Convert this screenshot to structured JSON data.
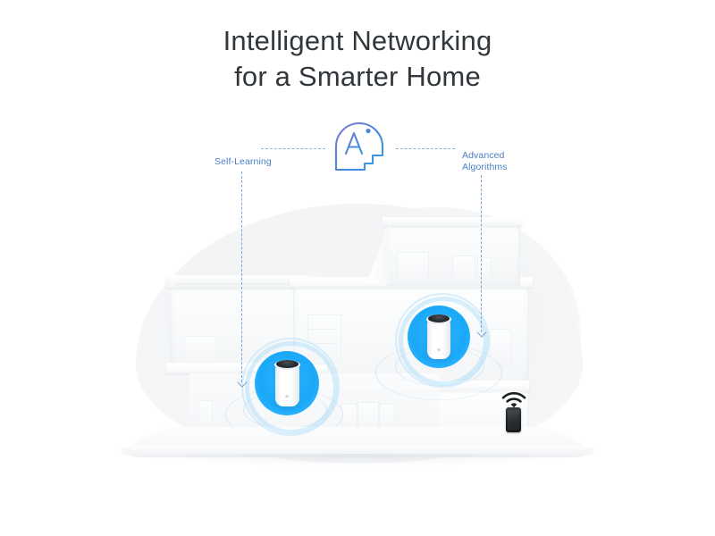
{
  "headline": {
    "line1": "Intelligent Networking",
    "line2": "for a Smarter Home",
    "full": "Intelligent Networking\nfor a Smarter Home",
    "color": "#32373c"
  },
  "ai_badge": {
    "icon_name": "ai-head-icon",
    "letters": "AI",
    "stroke_color_start": "#6f7fd0",
    "stroke_color_end": "#2f9ce8"
  },
  "features": [
    {
      "id": "self-learning",
      "label": "Self-Learning",
      "side": "left",
      "color": "#4b7fc2"
    },
    {
      "id": "advanced-algorithms",
      "label": "Advanced\nAlgorithms",
      "line1": "Advanced",
      "line2": "Algorithms",
      "side": "right",
      "color": "#4b7fc2"
    }
  ],
  "connectors": {
    "dash_color": "#5d8fcd",
    "horizontal_left": "self-learning-to-ai",
    "horizontal_right": "ai-to-advanced-algorithms",
    "vertical_left": "self-learning-to-mesh-unit-1",
    "vertical_right": "advanced-algorithms-to-mesh-unit-2"
  },
  "scene": {
    "name": "cutaway-home-model",
    "backdrop_color": "#f3f4f6",
    "devices": [
      {
        "id": "mesh-unit-1",
        "name": "mesh-router-left",
        "glow_color": "#1aa8f8",
        "body_color": "#ffffff",
        "cap_color": "#1b1e21"
      },
      {
        "id": "mesh-unit-2",
        "name": "mesh-router-right",
        "glow_color": "#1aa8f8",
        "body_color": "#ffffff",
        "cap_color": "#1b1e21"
      }
    ],
    "client": {
      "id": "smartphone-client",
      "name": "smartphone-with-wifi",
      "wifi_icon": "wifi-signal-icon",
      "color": "#1f2225"
    }
  }
}
